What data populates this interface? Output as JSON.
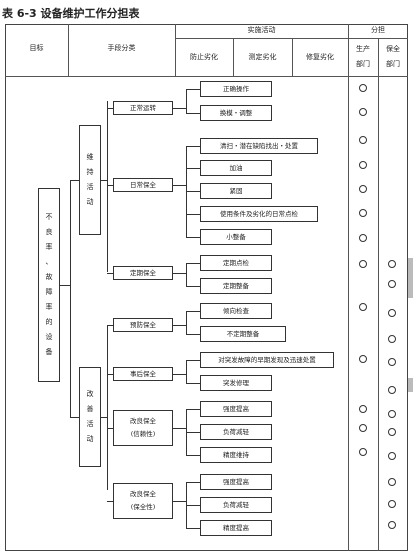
{
  "title": "表 6-3 设备维护工作分担表",
  "headers": {
    "target": "目标",
    "means": "手段分类",
    "implement": "实施活动",
    "prevent": "防止劣化",
    "measure": "测定劣化",
    "repair": "修复劣化",
    "division": "分担",
    "production": [
      "生产",
      "部门"
    ],
    "maintenance": [
      "保全",
      "部门"
    ]
  },
  "goal": [
    "不",
    "良",
    "率",
    "、",
    "故",
    "障",
    "率",
    "的",
    "设",
    "备"
  ],
  "categories": {
    "maintain": [
      "维",
      "持",
      "活",
      "动"
    ],
    "improve": [
      "改",
      "善",
      "活",
      "动"
    ]
  },
  "groups": [
    {
      "label": [
        "正常运转"
      ],
      "items": [
        "正确操作",
        "换模・调整"
      ]
    },
    {
      "label": [
        "日常保全"
      ],
      "items": [
        "清扫・潜在缺陷找出・处置",
        "加油",
        "紧固",
        "使用条件及劣化的日常点检",
        "小整备"
      ]
    },
    {
      "label": [
        "定期保全"
      ],
      "items": [
        "定期点检",
        "定期整备"
      ]
    },
    {
      "label": [
        "预防保全"
      ],
      "items": [
        "倾向检查",
        "不定期整备"
      ]
    },
    {
      "label": [
        "事后保全"
      ],
      "items": [
        "对突发故障的早期发现及迅速处置",
        "突发修理"
      ]
    },
    {
      "label": [
        "改良保全",
        "(信赖性)"
      ],
      "items": [
        "强度提高",
        "负荷减轻",
        "精度维持"
      ]
    },
    {
      "label": [
        "改良保全",
        "(保全性)"
      ],
      "items": [
        "强度提高",
        "负荷减轻",
        "精度提高"
      ]
    }
  ],
  "marks": {
    "production_rows": 13,
    "maintenance_rows": 15
  }
}
